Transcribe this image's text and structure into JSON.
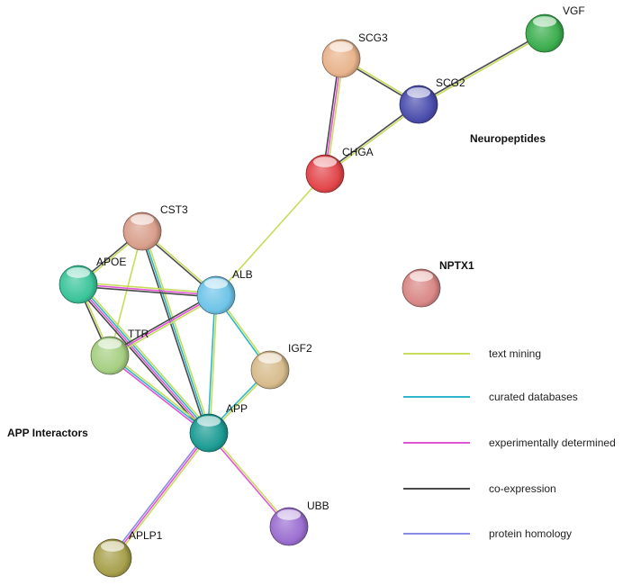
{
  "evidence_types": {
    "text": {
      "label": "text mining",
      "color": "#c6dd5a"
    },
    "curated": {
      "label": "curated databases",
      "color": "#2fb6c8"
    },
    "experimental": {
      "label": "experimentally determined",
      "color": "#e055d6"
    },
    "coexpression": {
      "label": "co-expression",
      "color": "#4a4a4a"
    },
    "homology": {
      "label": "protein homology",
      "color": "#8a8ce8"
    }
  },
  "legend_order": [
    "text",
    "curated",
    "experimental",
    "coexpression",
    "homology"
  ],
  "clusters": {
    "neuropeptides": "Neuropeptides",
    "app_interactors": "APP Interactors"
  },
  "nodes": [
    {
      "id": "VGF",
      "label": "VGF",
      "color": "#3cae4e"
    },
    {
      "id": "SCG3",
      "label": "SCG3",
      "color": "#e8b48c"
    },
    {
      "id": "SCG2",
      "label": "SCG2",
      "color": "#4c4fae"
    },
    {
      "id": "CHGA",
      "label": "CHGA",
      "color": "#e2474b"
    },
    {
      "id": "CST3",
      "label": "CST3",
      "color": "#d99f8c"
    },
    {
      "id": "APOE",
      "label": "APOE",
      "color": "#3cc59a"
    },
    {
      "id": "ALB",
      "label": "ALB",
      "color": "#6ec4e8"
    },
    {
      "id": "NPTX1",
      "label": "NPTX1",
      "color": "#d98886"
    },
    {
      "id": "TTR",
      "label": "TTR",
      "color": "#a6cf82"
    },
    {
      "id": "IGF2",
      "label": "IGF2",
      "color": "#d7bb8c"
    },
    {
      "id": "APP",
      "label": "APP",
      "color": "#1d9c94"
    },
    {
      "id": "UBB",
      "label": "UBB",
      "color": "#9b6fd1"
    },
    {
      "id": "APLP1",
      "label": "APLP1",
      "color": "#a7a04c"
    }
  ],
  "edges": [
    {
      "from": "VGF",
      "to": "SCG2",
      "types": [
        "text",
        "coexpression"
      ]
    },
    {
      "from": "SCG3",
      "to": "SCG2",
      "types": [
        "text",
        "coexpression"
      ]
    },
    {
      "from": "SCG3",
      "to": "CHGA",
      "types": [
        "text",
        "experimental",
        "coexpression"
      ]
    },
    {
      "from": "SCG2",
      "to": "CHGA",
      "types": [
        "text",
        "coexpression"
      ]
    },
    {
      "from": "CHGA",
      "to": "ALB",
      "types": [
        "text"
      ]
    },
    {
      "from": "CST3",
      "to": "APOE",
      "types": [
        "text",
        "coexpression"
      ]
    },
    {
      "from": "CST3",
      "to": "ALB",
      "types": [
        "text",
        "coexpression"
      ]
    },
    {
      "from": "CST3",
      "to": "TTR",
      "types": [
        "text"
      ]
    },
    {
      "from": "CST3",
      "to": "APP",
      "types": [
        "text",
        "curated",
        "coexpression"
      ]
    },
    {
      "from": "APOE",
      "to": "ALB",
      "types": [
        "text",
        "experimental",
        "coexpression"
      ]
    },
    {
      "from": "APOE",
      "to": "TTR",
      "types": [
        "text",
        "coexpression"
      ]
    },
    {
      "from": "APOE",
      "to": "APP",
      "types": [
        "text",
        "curated",
        "experimental",
        "coexpression"
      ]
    },
    {
      "from": "ALB",
      "to": "TTR",
      "types": [
        "text",
        "experimental",
        "coexpression"
      ]
    },
    {
      "from": "ALB",
      "to": "IGF2",
      "types": [
        "text",
        "curated"
      ]
    },
    {
      "from": "ALB",
      "to": "APP",
      "types": [
        "text",
        "curated"
      ]
    },
    {
      "from": "TTR",
      "to": "APP",
      "types": [
        "text",
        "curated",
        "experimental"
      ]
    },
    {
      "from": "IGF2",
      "to": "APP",
      "types": [
        "text",
        "curated"
      ]
    },
    {
      "from": "APP",
      "to": "UBB",
      "types": [
        "text",
        "experimental"
      ]
    },
    {
      "from": "APP",
      "to": "APLP1",
      "types": [
        "text",
        "experimental",
        "homology"
      ]
    }
  ]
}
